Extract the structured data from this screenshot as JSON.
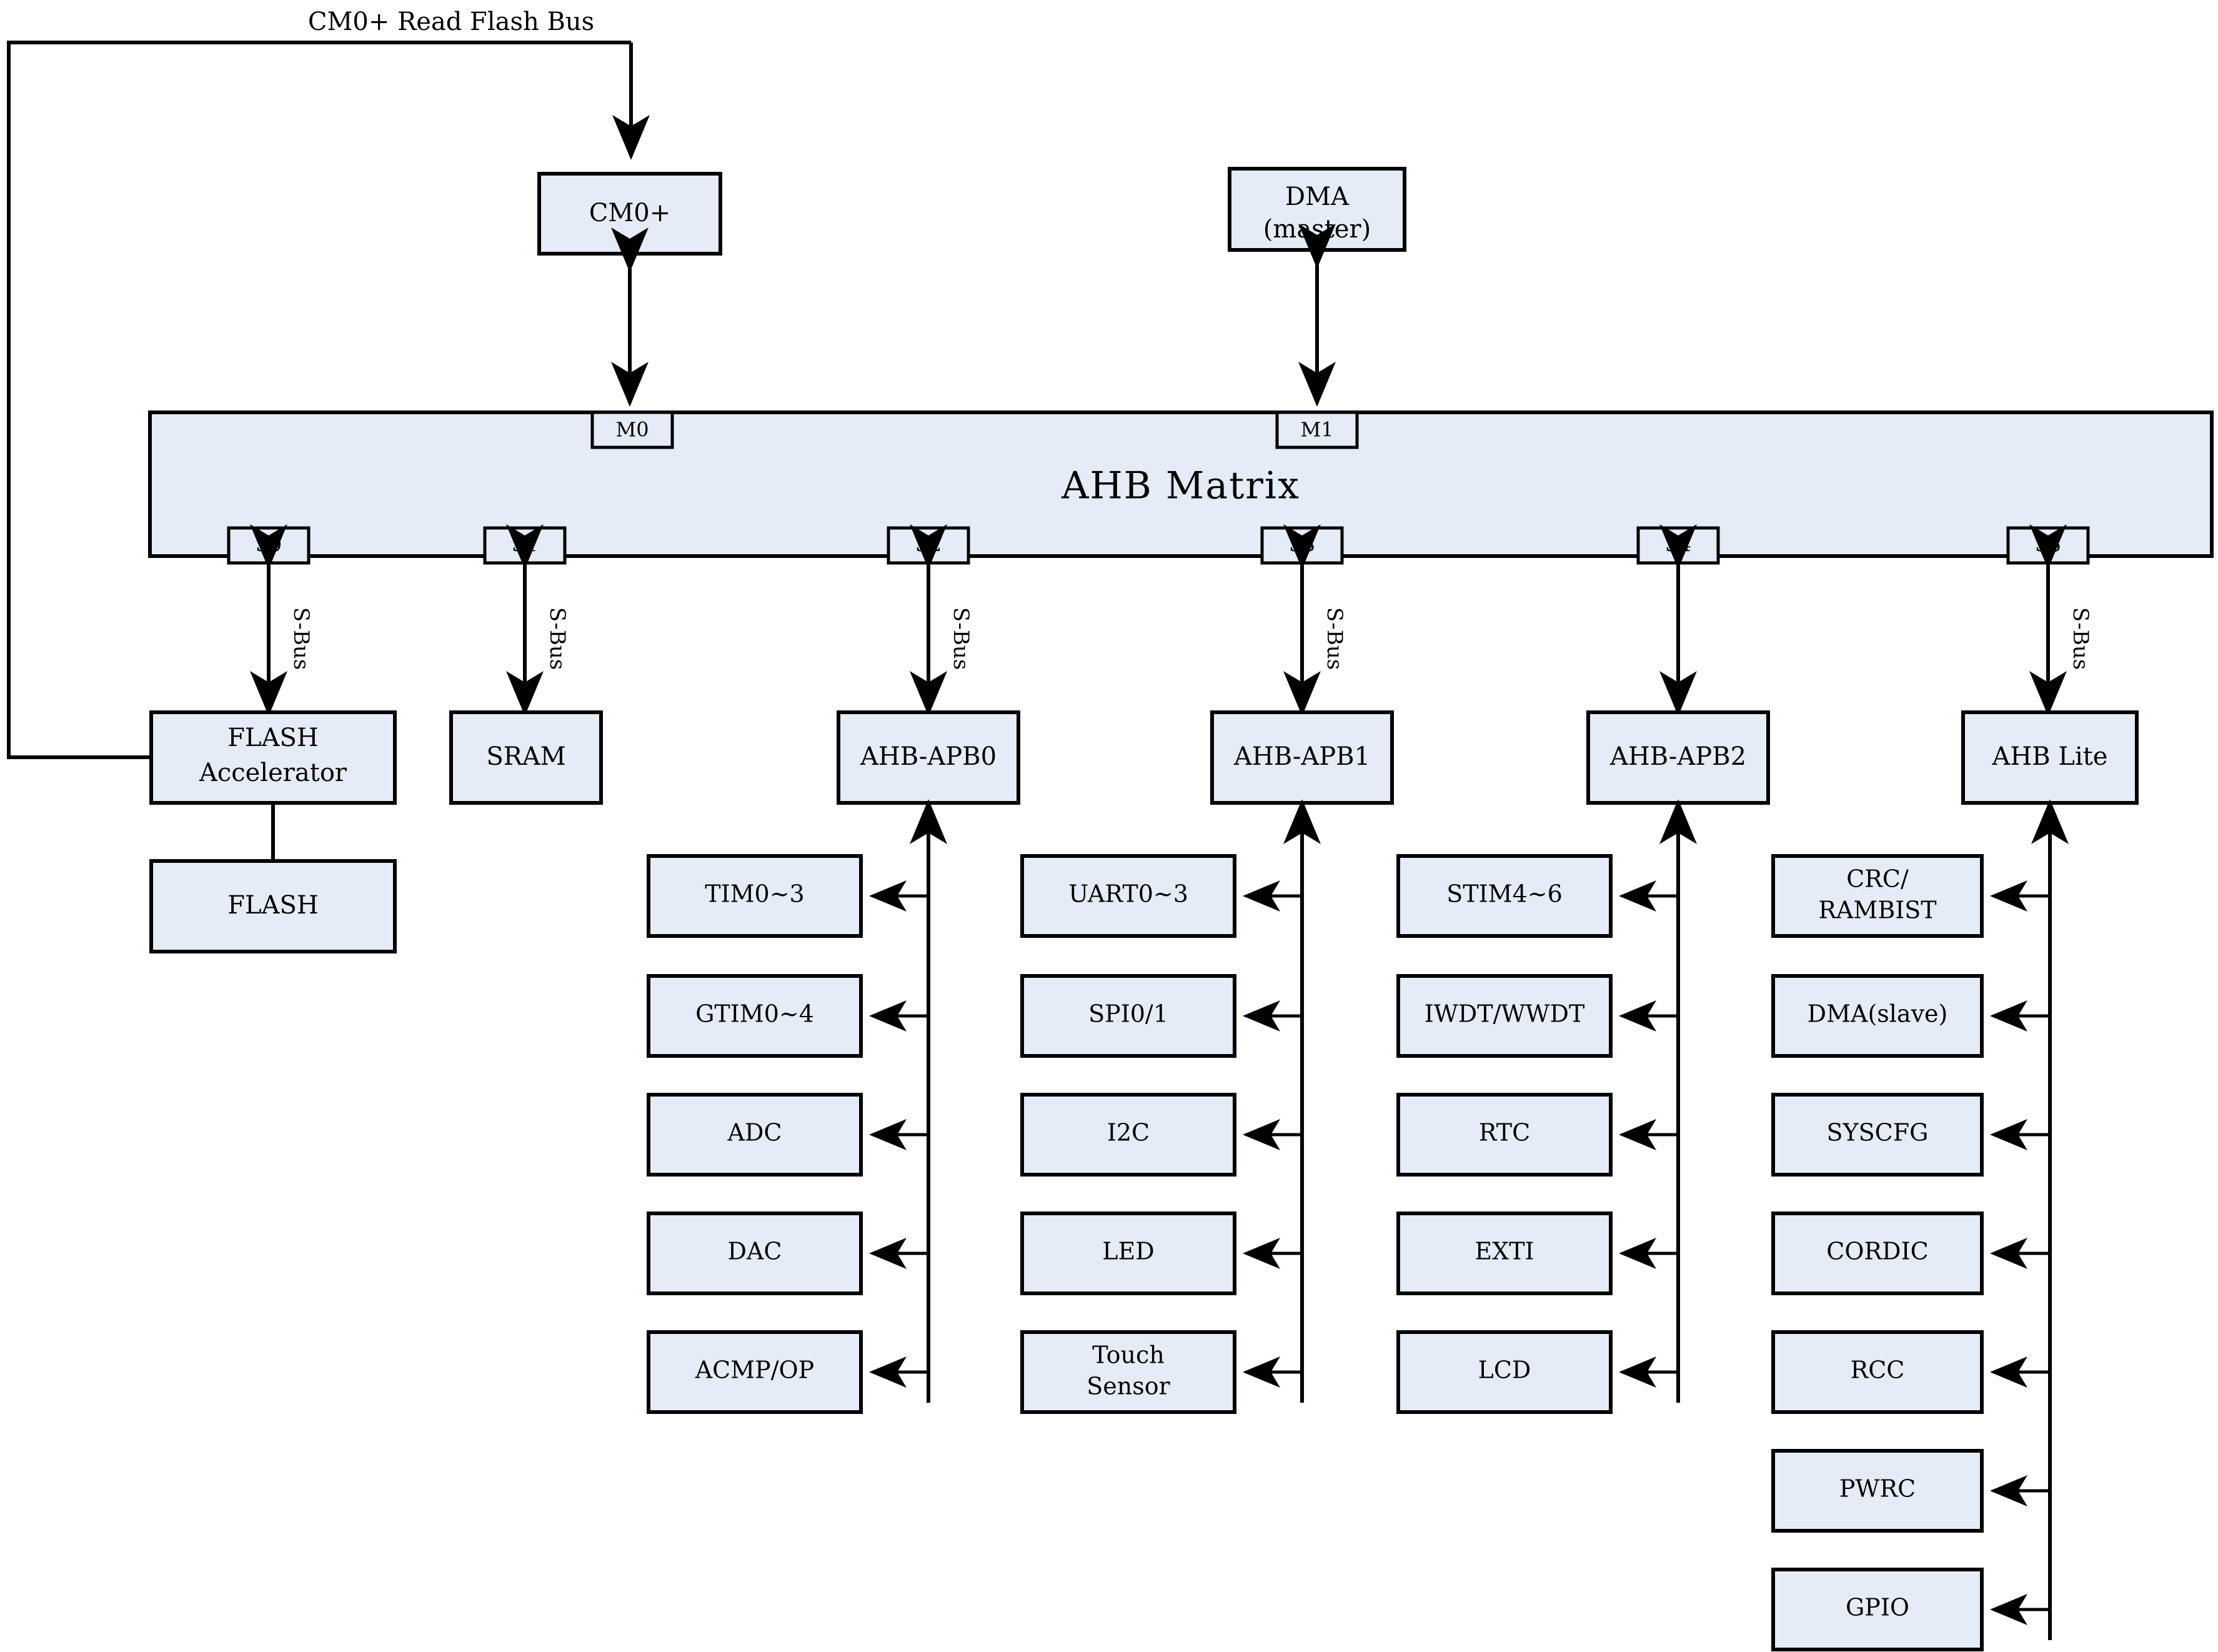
{
  "diagram": {
    "title": "CM0+ Read Flash Bus",
    "matrix_label": "AHB Matrix",
    "bus_label": "S-Bus",
    "colors": {
      "box_fill": "#e6ecf7",
      "stroke": "#000000",
      "background": "#ffffff"
    }
  },
  "masters": [
    {
      "id": "cpu",
      "label": "CM0+",
      "port": "M0"
    },
    {
      "id": "dma",
      "label_line1": "DMA",
      "label_line2": "(master)",
      "port": "M1"
    }
  ],
  "slave_ports": [
    {
      "id": "s0",
      "label": "S0",
      "bus_label": "S-Bus"
    },
    {
      "id": "s1",
      "label": "S1",
      "bus_label": "S-Bus"
    },
    {
      "id": "s2",
      "label": "S2",
      "bus_label": "S-Bus"
    },
    {
      "id": "s3",
      "label": "S3",
      "bus_label": "S-Bus"
    },
    {
      "id": "s4",
      "label": "S4",
      "bus_label": ""
    },
    {
      "id": "s5",
      "label": "S5",
      "bus_label": "S-Bus"
    }
  ],
  "bridges": [
    {
      "id": "flash_accel",
      "label_line1": "FLASH",
      "label_line2": "Accelerator",
      "port": "S0"
    },
    {
      "id": "sram",
      "label": "SRAM",
      "port": "S1"
    },
    {
      "id": "ahb_apb0",
      "label": "AHB-APB0",
      "port": "S2"
    },
    {
      "id": "ahb_apb1",
      "label": "AHB-APB1",
      "port": "S3"
    },
    {
      "id": "ahb_apb2",
      "label": "AHB-APB2",
      "port": "S4"
    },
    {
      "id": "ahb_lite",
      "label": "AHB Lite",
      "port": "S5"
    }
  ],
  "memory": {
    "id": "flash",
    "label": "FLASH"
  },
  "peripherals": {
    "apb0": [
      "TIM0~3",
      "GTIM0~4",
      "ADC",
      "DAC",
      "ACMP/OP"
    ],
    "apb1": [
      "UART0~3",
      "SPI0/1",
      "I2C",
      "LED",
      "Touch\nSensor"
    ],
    "apb2": [
      "STIM4~6",
      "IWDT/WWDT",
      "RTC",
      "EXTI",
      "LCD"
    ],
    "ahblite": [
      "CRC/\nRAMBIST",
      "DMA(slave)",
      "SYSCFG",
      "CORDIC",
      "RCC",
      "PWRC",
      "GPIO"
    ]
  },
  "peripheral_labels": {
    "apb0_0": "TIM0~3",
    "apb0_1": "GTIM0~4",
    "apb0_2": "ADC",
    "apb0_3": "DAC",
    "apb0_4": "ACMP/OP",
    "apb1_0": "UART0~3",
    "apb1_1": "SPI0/1",
    "apb1_2": "I2C",
    "apb1_3a": "Touch",
    "apb1_3b": "Sensor",
    "apb1_led": "LED",
    "apb2_0": "STIM4~6",
    "apb2_1": "IWDT/WWDT",
    "apb2_2": "RTC",
    "apb2_3": "EXTI",
    "apb2_4": "LCD",
    "lite_0a": "CRC/",
    "lite_0b": "RAMBIST",
    "lite_1": "DMA(slave)",
    "lite_2": "SYSCFG",
    "lite_3": "CORDIC",
    "lite_4": "RCC",
    "lite_5": "PWRC",
    "lite_6": "GPIO"
  }
}
